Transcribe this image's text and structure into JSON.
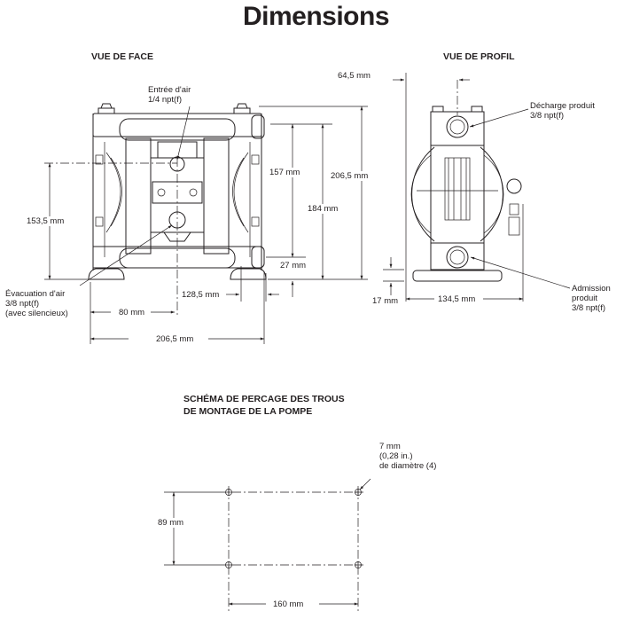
{
  "title": "Dimensions",
  "front_view": {
    "heading": "VUE DE FACE",
    "air_inlet": {
      "line1": "Entrée d'air",
      "line2": "1/4 npt(f)"
    },
    "air_exhaust": {
      "line1": "Évacuation d'air",
      "line2": "3/8 npt(f)",
      "line3": "(avec silencieux)"
    },
    "dimensions": {
      "height_153": "153,5 mm",
      "width_80": "80 mm",
      "width_128": "128,5 mm",
      "width_206": "206,5 mm",
      "height_157": "157 mm",
      "height_184": "184 mm",
      "height_206": "206,5 mm",
      "height_27": "27 mm"
    }
  },
  "side_view": {
    "heading": "VUE DE PROFIL",
    "fluid_outlet": {
      "line1": "Décharge produit",
      "line2": "3/8 npt(f)"
    },
    "fluid_inlet": {
      "line1": "Admission",
      "line2": "produit",
      "line3": "3/8 npt(f)"
    },
    "dimensions": {
      "offset_64": "64,5 mm",
      "height_17": "17 mm",
      "width_134": "134,5 mm"
    }
  },
  "mounting": {
    "heading_line1": "SCHÉMA DE PERCAGE DES TROUS",
    "heading_line2": "DE MONTAGE DE LA POMPE",
    "hole_note": {
      "line1": "7 mm",
      "line2": "(0,28 in.)",
      "line3": "de diamètre (4)"
    },
    "dimensions": {
      "height_89": "89 mm",
      "width_160": "160 mm"
    }
  }
}
